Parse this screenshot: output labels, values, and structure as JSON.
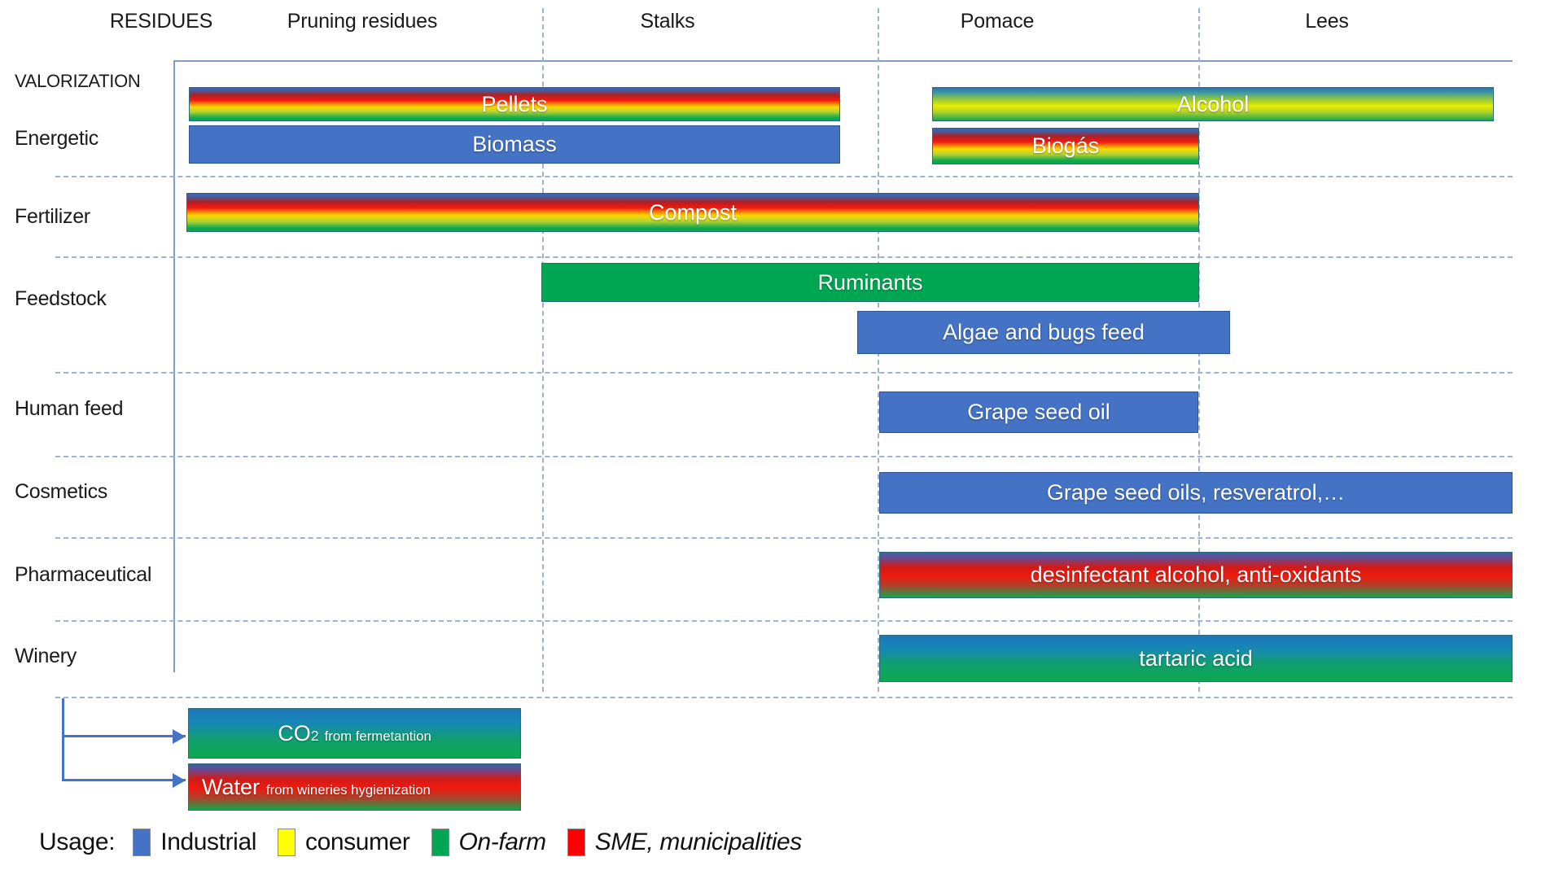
{
  "chart_data": {
    "type": "table",
    "title": "Valorization routes of winery residues",
    "columns_label": "RESIDUES",
    "columns": [
      "Pruning residues",
      "Stalks",
      "Pomace",
      "Lees"
    ],
    "rows": [
      "VALORIZATION",
      "Energetic",
      "Fertilizer",
      "Feedstock",
      "Human feed",
      "Cosmetics",
      "Pharmaceutical",
      "Winery"
    ],
    "bars": [
      {
        "label": "Pellets",
        "row": "Energetic",
        "from": "Pruning residues",
        "to": "Stalks",
        "usage": "mixed"
      },
      {
        "label": "Biomass",
        "row": "Energetic",
        "from": "Pruning residues",
        "to": "Stalks",
        "usage": "Industrial"
      },
      {
        "label": "Alcohol",
        "row": "Energetic",
        "from": "Pomace",
        "to": "Lees",
        "usage": "mixed"
      },
      {
        "label": "Biogás",
        "row": "Energetic",
        "from": "Pomace",
        "to": "Pomace",
        "usage": "mixed"
      },
      {
        "label": "Compost",
        "row": "Fertilizer",
        "from": "Pruning residues",
        "to": "Pomace",
        "usage": "mixed"
      },
      {
        "label": "Ruminants",
        "row": "Feedstock",
        "from": "Stalks",
        "to": "Pomace",
        "usage": "On-farm"
      },
      {
        "label": "Algae and bugs feed",
        "row": "Feedstock",
        "from": "Pomace",
        "to": "Lees",
        "usage": "Industrial"
      },
      {
        "label": "Grape seed oil",
        "row": "Human feed",
        "from": "Pomace",
        "to": "Pomace",
        "usage": "Industrial"
      },
      {
        "label": "Grape seed oils, resveratrol,…",
        "row": "Cosmetics",
        "from": "Pomace",
        "to": "Lees",
        "usage": "Industrial"
      },
      {
        "label": "desinfectant alcohol, anti-oxidants",
        "row": "Pharmaceutical",
        "from": "Pomace",
        "to": "Lees",
        "usage": "mixed"
      },
      {
        "label": "tartaric  acid",
        "row": "Winery",
        "from": "Pomace",
        "to": "Lees",
        "usage": "mixed"
      }
    ],
    "byproducts": [
      {
        "main": "CO",
        "subscript": "2",
        "detail": "from fermetantion"
      },
      {
        "main": "Water",
        "detail": "from wineries hygienization"
      }
    ],
    "legend": {
      "title": "Usage:",
      "entries": [
        {
          "label": "Industrial",
          "color": "#4472c4",
          "italic": false
        },
        {
          "label": "consumer",
          "color": "#ffff00",
          "italic": false
        },
        {
          "label": "On-farm",
          "color": "#00a651",
          "italic": true
        },
        {
          "label": "SME, municipalities",
          "color": "#ff0000",
          "italic": true
        }
      ]
    }
  },
  "headers": {
    "residues": "RESIDUES",
    "pruning": "Pruning residues",
    "stalks": "Stalks",
    "pomace": "Pomace",
    "lees": "Lees"
  },
  "rows": {
    "valorization": "VALORIZATION",
    "energetic": "Energetic",
    "fertilizer": "Fertilizer",
    "feedstock": "Feedstock",
    "human_feed": "Human feed",
    "cosmetics": "Cosmetics",
    "pharmaceutical": "Pharmaceutical",
    "winery": "Winery"
  },
  "bars": {
    "pellets": "Pellets",
    "biomass": "Biomass",
    "alcohol": "Alcohol",
    "biogas": "Biogás",
    "compost": "Compost",
    "ruminants": "Ruminants",
    "algae": "Algae and bugs feed",
    "grape_seed_oil": "Grape seed oil",
    "cosmetics_products": "Grape seed oils, resveratrol,…",
    "pharma_products": "desinfectant alcohol, anti-oxidants",
    "tartaric": "tartaric  acid"
  },
  "byproducts": {
    "co2_main": "CO",
    "co2_sub": "2",
    "co2_detail": "from fermetantion",
    "water_main": "Water",
    "water_detail": "from wineries hygienization"
  },
  "legend": {
    "usage": "Usage:",
    "industrial": "Industrial",
    "consumer": "consumer",
    "onfarm": "On-farm",
    "sme": "SME, municipalities"
  },
  "colors": {
    "industrial": "#4472c4",
    "consumer": "#ffff00",
    "onfarm": "#00a651",
    "sme": "#ff0000",
    "grid": "#9cb3d1",
    "axis": "#7f9fc4"
  }
}
